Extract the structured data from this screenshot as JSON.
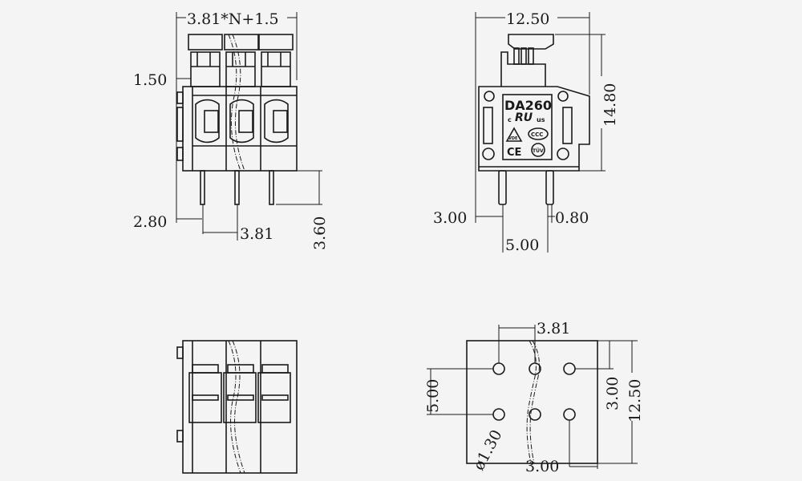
{
  "views": {
    "front": {
      "dims": {
        "width_formula": "3.81*N+1.5",
        "cap_offset": "1.50",
        "pin_offset": "2.80",
        "pitch": "3.81",
        "pin_length": "3.60"
      }
    },
    "side": {
      "dims": {
        "depth": "12.50",
        "height": "14.80",
        "pin_offset": "3.00",
        "pin_width": "0.80",
        "pin_spacing": "5.00"
      },
      "label": {
        "model": "DA260",
        "ul_c": "c",
        "ul_us": "us",
        "ccc": "CCC",
        "ce": "CE",
        "vde": "VDE",
        "tuv": "TÜV"
      }
    },
    "footprint": {
      "dims": {
        "pitch": "3.81",
        "row_spacing": "5.00",
        "hole_diameter": "ø1.30",
        "edge_offset_bottom": "3.00",
        "edge_offset_right": "3.00",
        "depth": "12.50"
      }
    }
  }
}
